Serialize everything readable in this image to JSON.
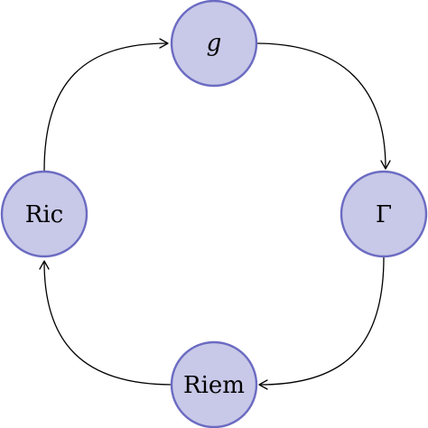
{
  "colors": {
    "node_fill": "#c8c8e8",
    "node_stroke": "#6b6bc2",
    "edge": "#000000",
    "background": "#ffffff"
  },
  "nodes": {
    "g": {
      "label": "g"
    },
    "gamma": {
      "label": "Γ"
    },
    "riem": {
      "label": "Riem"
    },
    "ric": {
      "label": "Ric"
    }
  },
  "edges": [
    {
      "from": "g",
      "to": "gamma"
    },
    {
      "from": "gamma",
      "to": "riem"
    },
    {
      "from": "riem",
      "to": "ric"
    },
    {
      "from": "ric",
      "to": "g"
    }
  ]
}
